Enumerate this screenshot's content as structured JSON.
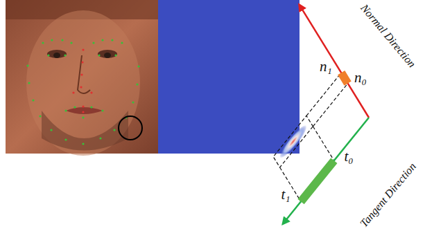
{
  "diagram": {
    "labels": [
      "Normal Direction",
      "Tangent Direction",
      "n₁",
      "n₀",
      "t₀",
      "t₁"
    ]
  }
}
